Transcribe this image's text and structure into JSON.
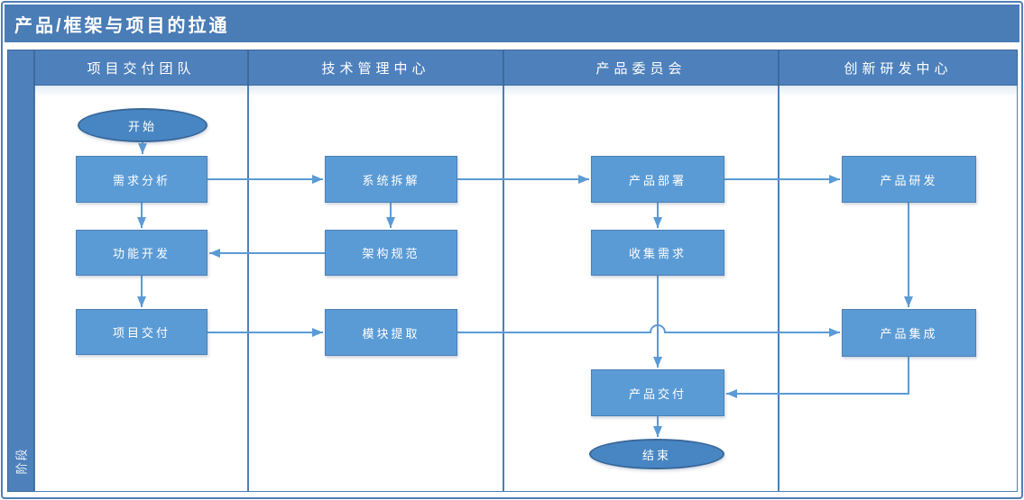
{
  "diagram_title": "产品/框架与项目的拉通",
  "phase_label": "阶段",
  "lanes": [
    {
      "title": "项目交付团队"
    },
    {
      "title": "技术管理中心"
    },
    {
      "title": "产品委员会"
    },
    {
      "title": "创新研发中心"
    }
  ],
  "nodes": {
    "start": {
      "label": "开始",
      "type": "terminator",
      "lane": "项目交付团队"
    },
    "requirement_analysis": {
      "label": "需求分析",
      "type": "process",
      "lane": "项目交付团队"
    },
    "feature_development": {
      "label": "功能开发",
      "type": "process",
      "lane": "项目交付团队"
    },
    "project_delivery": {
      "label": "项目交付",
      "type": "process",
      "lane": "项目交付团队"
    },
    "system_breakdown": {
      "label": "系统拆解",
      "type": "process",
      "lane": "技术管理中心"
    },
    "architecture_spec": {
      "label": "架构规范",
      "type": "process",
      "lane": "技术管理中心"
    },
    "module_extraction": {
      "label": "模块提取",
      "type": "process",
      "lane": "技术管理中心"
    },
    "product_deployment": {
      "label": "产品部署",
      "type": "process",
      "lane": "产品委员会"
    },
    "collect_requirements": {
      "label": "收集需求",
      "type": "process",
      "lane": "产品委员会"
    },
    "product_delivery": {
      "label": "产品交付",
      "type": "process",
      "lane": "产品委员会"
    },
    "end": {
      "label": "结束",
      "type": "terminator",
      "lane": "产品委员会"
    },
    "product_rd": {
      "label": "产品研发",
      "type": "process",
      "lane": "创新研发中心"
    },
    "product_integration": {
      "label": "产品集成",
      "type": "process",
      "lane": "创新研发中心"
    }
  },
  "edges": [
    {
      "from": "start",
      "to": "requirement_analysis"
    },
    {
      "from": "requirement_analysis",
      "to": "system_breakdown"
    },
    {
      "from": "requirement_analysis",
      "to": "feature_development"
    },
    {
      "from": "feature_development",
      "to": "project_delivery"
    },
    {
      "from": "system_breakdown",
      "to": "architecture_spec"
    },
    {
      "from": "system_breakdown",
      "to": "product_deployment"
    },
    {
      "from": "architecture_spec",
      "to": "feature_development"
    },
    {
      "from": "project_delivery",
      "to": "module_extraction"
    },
    {
      "from": "module_extraction",
      "to": "product_integration"
    },
    {
      "from": "product_deployment",
      "to": "collect_requirements"
    },
    {
      "from": "product_deployment",
      "to": "product_rd"
    },
    {
      "from": "collect_requirements",
      "to": "product_delivery"
    },
    {
      "from": "product_rd",
      "to": "product_integration"
    },
    {
      "from": "product_integration",
      "to": "product_delivery"
    },
    {
      "from": "product_delivery",
      "to": "end"
    }
  ],
  "colors": {
    "title_bar": "#4a7cb6",
    "lane_header": "#4e81bc",
    "process_fill": "#5b9bd5",
    "terminator_fill": "#4886c3",
    "terminator_border": "#39689b",
    "connector": "#5b9bd5",
    "frame_border": "#4e7fb5"
  }
}
